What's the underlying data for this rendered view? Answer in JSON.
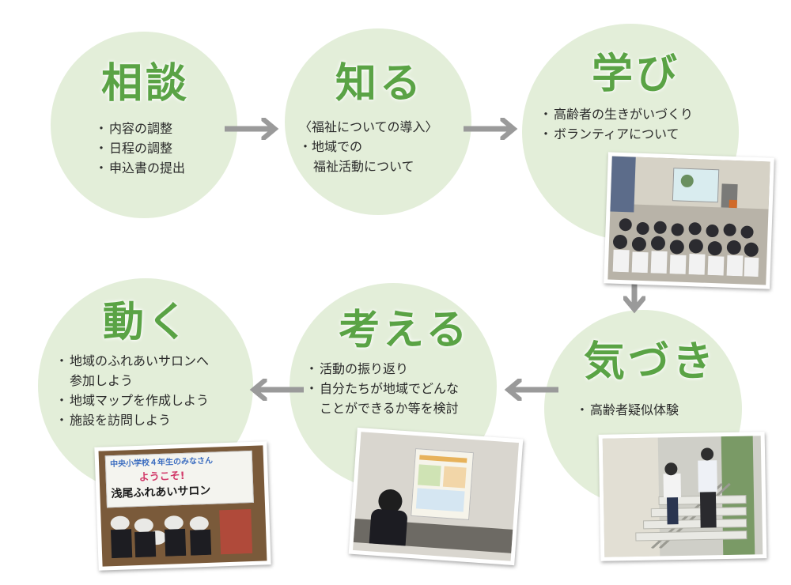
{
  "steps": [
    {
      "title": "相談",
      "items": [
        "内容の調整",
        "日程の調整",
        "申込書の提出"
      ]
    },
    {
      "title": "知る",
      "lines": [
        "〈福祉についての導入〉",
        "・地域での",
        "福祉活動について"
      ]
    },
    {
      "title": "学び",
      "items": [
        "高齢者の生きがいづくり",
        "ボランティアについて"
      ]
    },
    {
      "title": "気づき",
      "items": [
        "高齢者疑似体験"
      ]
    },
    {
      "title": "考える",
      "items": [
        "活動の振り返り",
        "自分たちが地域でどんな"
      ],
      "continuation": "ことができるか等を検討"
    },
    {
      "title": "動く",
      "items": [
        "地域のふれあいサロンへ"
      ],
      "continuation1": "参加しよう",
      "items2": [
        "地域マップを作成しよう",
        "施設を訪問しよう"
      ]
    }
  ],
  "bullet": "・",
  "photos": {
    "salon_sign_top": "中央小学校４年生のみなさん",
    "salon_sign_welcome": "ようこそ!",
    "salon_sign_name": "浅尾ふれあいサロン"
  },
  "colors": {
    "circle": "#e3eed9",
    "title": "#5aa345",
    "arrow": "#9a9a9a"
  }
}
